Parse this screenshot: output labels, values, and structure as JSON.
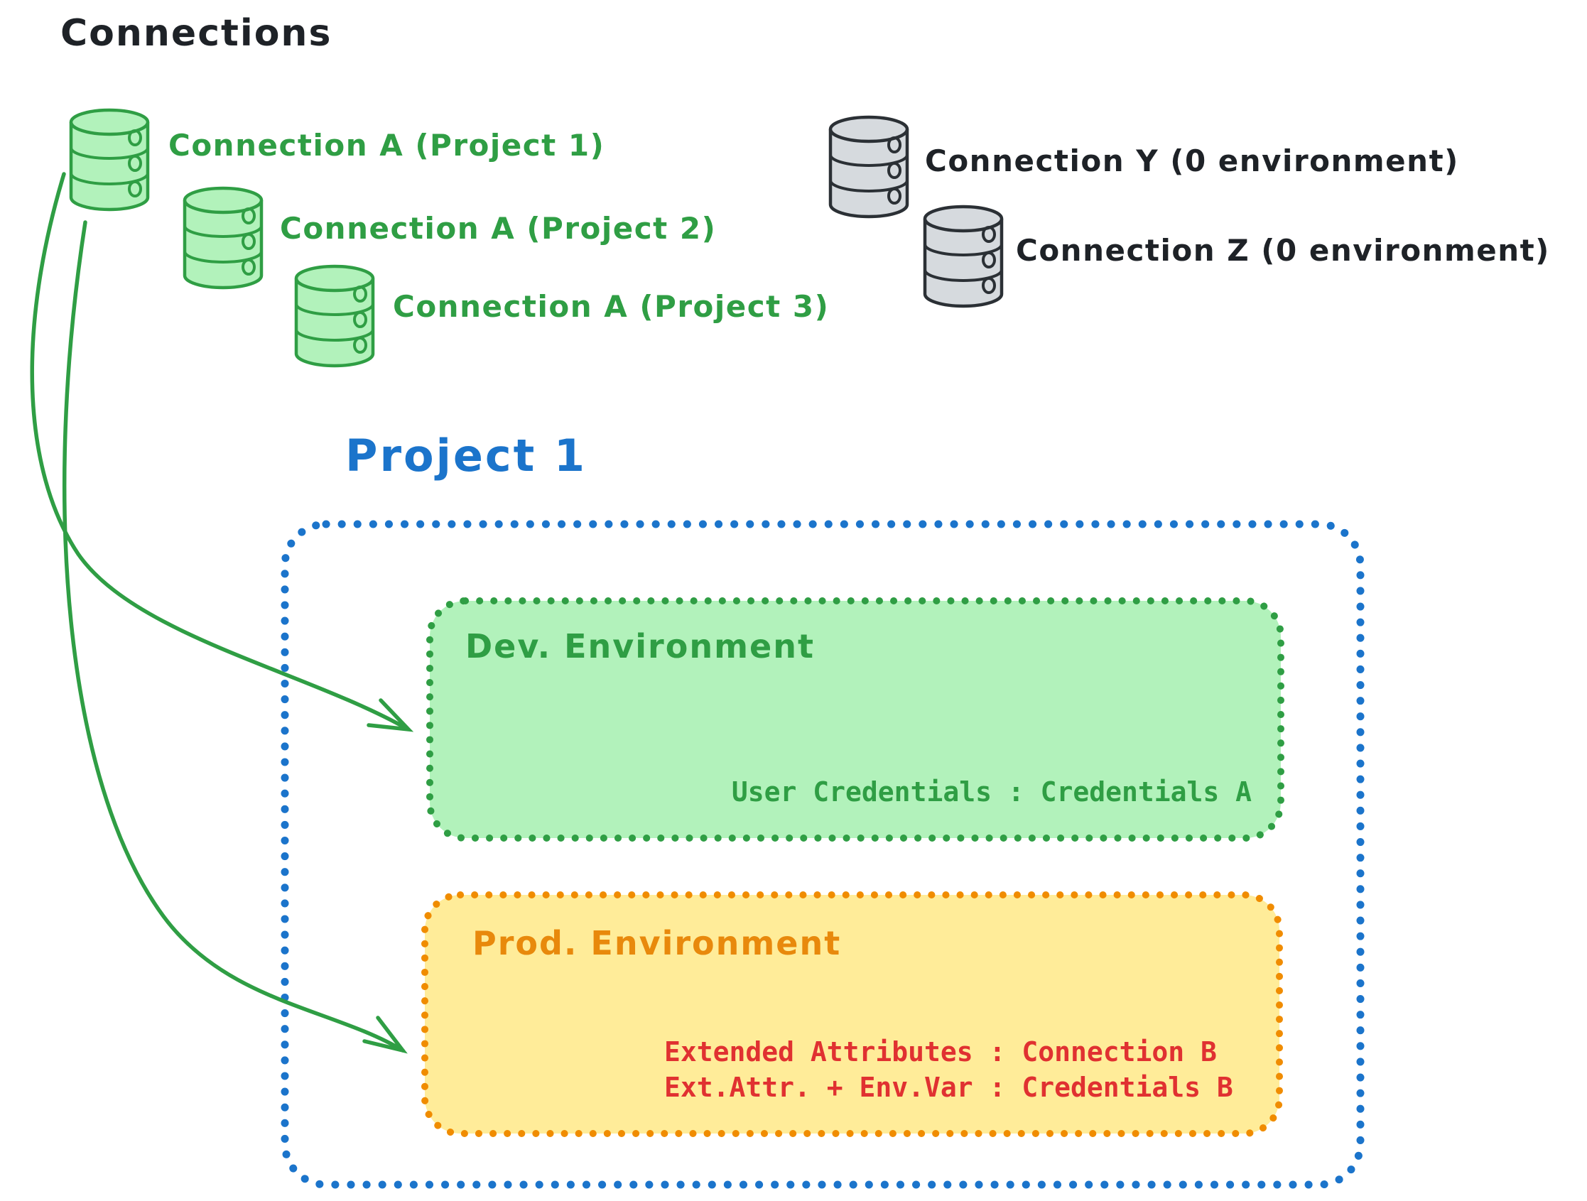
{
  "title": "Connections",
  "palette": {
    "green": "#2f9e44",
    "green_fill": "#b2f2bb",
    "gray_stroke": "#2b3035",
    "gray_fill": "#d6dade",
    "blue": "#1b74cb",
    "orange": "#f08c00",
    "orange_text": "#e8890c",
    "yellow_fill": "#ffec99",
    "red": "#e03131",
    "ink": "#1e2227"
  },
  "project_connections": [
    {
      "label": "Connection A (Project 1)"
    },
    {
      "label": "Connection A (Project 2)"
    },
    {
      "label": "Connection A (Project 3)"
    }
  ],
  "unassigned_connections": [
    {
      "label": "Connection Y (0 environment)"
    },
    {
      "label": "Connection Z (0 environment)"
    }
  ],
  "project": {
    "title": "Project 1",
    "dev": {
      "title": "Dev. Environment",
      "mapping": "User Credentials : Credentials A"
    },
    "prod": {
      "title": "Prod. Environment",
      "mapping1": "Extended Attributes : Connection B",
      "mapping2": "Ext.Attr. + Env.Var : Credentials B"
    }
  }
}
